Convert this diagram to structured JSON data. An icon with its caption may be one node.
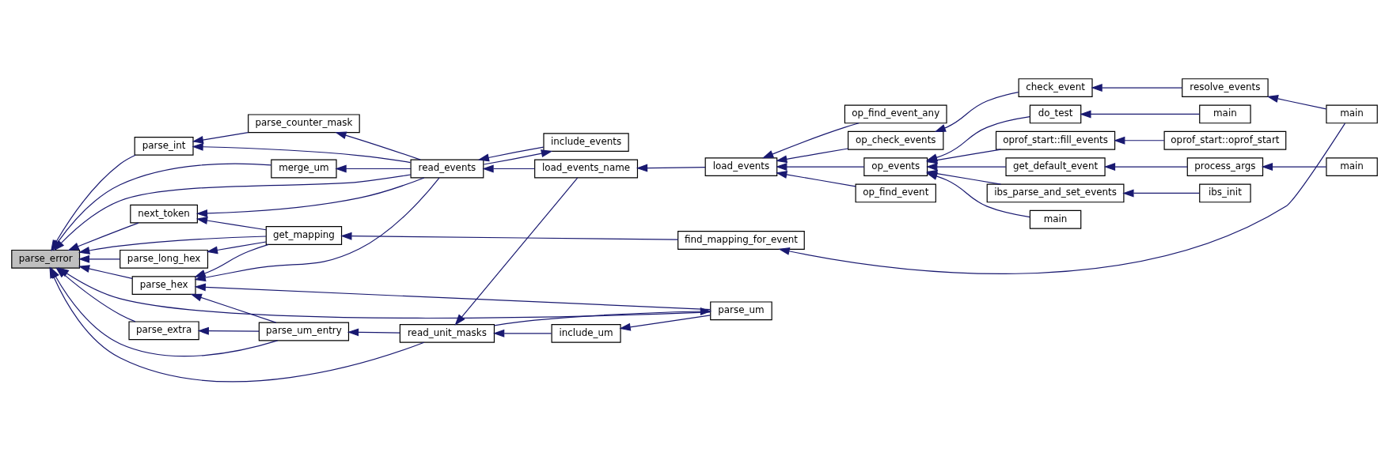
{
  "diagram": {
    "nodes": [
      {
        "text": [
          "parse_error"
        ]
      },
      {
        "text": [
          "parse_long_hex"
        ]
      },
      {
        "text": [
          "next_token"
        ]
      },
      {
        "text": [
          "parse_int"
        ]
      },
      {
        "text": [
          "parse_hex"
        ]
      },
      {
        "text": [
          "parse_extra"
        ]
      },
      {
        "text": [
          "get_mapping"
        ]
      },
      {
        "text": [
          "merge_um"
        ]
      },
      {
        "text": [
          "parse_counter_mask"
        ]
      },
      {
        "text": [
          "parse_um_entry"
        ]
      },
      {
        "text": [
          "read_events"
        ]
      },
      {
        "text": [
          "read_unit_masks"
        ]
      },
      {
        "text": [
          "find_mapping_for_event"
        ]
      },
      {
        "text": [
          "include_events"
        ]
      },
      {
        "text": [
          "load_events_name"
        ]
      },
      {
        "text": [
          "include_um"
        ]
      },
      {
        "text": [
          "parse_um"
        ]
      },
      {
        "text": [
          "load_events"
        ]
      },
      {
        "text": [
          "op_find_event"
        ]
      },
      {
        "text": [
          "op_find_event_any"
        ]
      },
      {
        "text": [
          "op_check_events"
        ]
      },
      {
        "text": [
          "op_events"
        ]
      },
      {
        "text": [
          "check_event"
        ]
      },
      {
        "text": [
          "main"
        ]
      },
      {
        "text": [
          "do_test"
        ]
      },
      {
        "text": [
          "oprof_start::fill_events"
        ]
      },
      {
        "text": [
          "ibs_parse_and_set_events"
        ]
      },
      {
        "text": [
          "get_default_event"
        ]
      },
      {
        "text": [
          "resolve_events"
        ]
      },
      {
        "text": [
          "main"
        ]
      },
      {
        "text": [
          "oprof_start::oprof_start"
        ]
      },
      {
        "text": [
          "ibs_init"
        ]
      },
      {
        "text": [
          "process_args"
        ]
      },
      {
        "text": [
          "main"
        ]
      },
      {
        "text": [
          "main"
        ]
      }
    ],
    "edges": [
      {
        "from": 1,
        "to": 0,
        "arrow": "to"
      },
      {
        "from": 6,
        "to": 0,
        "arrow": "to"
      },
      {
        "from": 2,
        "to": 0,
        "arrow": "to"
      },
      {
        "from": 10,
        "to": 0,
        "arrow": "to"
      },
      {
        "from": 7,
        "to": 0,
        "arrow": "to"
      },
      {
        "from": 3,
        "to": 0,
        "arrow": "to"
      },
      {
        "from": 4,
        "to": 0,
        "arrow": "to"
      },
      {
        "from": 5,
        "to": 0,
        "arrow": "to"
      },
      {
        "from": 9,
        "to": 0,
        "arrow": "to"
      },
      {
        "from": 11,
        "to": 0,
        "arrow": "to"
      },
      {
        "from": 16,
        "to": 0,
        "arrow": "to"
      },
      {
        "from": 6,
        "to": 1,
        "arrow": "to"
      },
      {
        "from": 6,
        "to": 2,
        "arrow": "to"
      },
      {
        "from": 10,
        "to": 2,
        "arrow": "to"
      },
      {
        "from": 6,
        "to": 4,
        "arrow": "to"
      },
      {
        "from": 12,
        "to": 6,
        "arrow": "to"
      },
      {
        "from": 33,
        "to": 12,
        "arrow": "to"
      },
      {
        "from": 10,
        "to": 7,
        "arrow": "to"
      },
      {
        "from": 10,
        "to": 8,
        "arrow": "to"
      },
      {
        "from": 8,
        "to": 3,
        "arrow": "to"
      },
      {
        "from": 10,
        "to": 3,
        "arrow": "to"
      },
      {
        "from": 10,
        "to": 4,
        "arrow": "to"
      },
      {
        "from": 9,
        "to": 4,
        "arrow": "to"
      },
      {
        "from": 16,
        "to": 4,
        "arrow": "to"
      },
      {
        "from": 9,
        "to": 5,
        "arrow": "to"
      },
      {
        "from": 11,
        "to": 9,
        "arrow": "to"
      },
      {
        "from": 10,
        "to": 13,
        "arrow": "to"
      },
      {
        "from": 13,
        "to": 10,
        "arrow": "to"
      },
      {
        "from": 14,
        "to": 10,
        "arrow": "to"
      },
      {
        "from": 14,
        "to": 11,
        "arrow": "to"
      },
      {
        "from": 17,
        "to": 14,
        "arrow": "to"
      },
      {
        "from": 15,
        "to": 11,
        "arrow": "to"
      },
      {
        "from": 11,
        "to": 16,
        "arrow": "to"
      },
      {
        "from": 16,
        "to": 15,
        "arrow": "to"
      },
      {
        "from": 18,
        "to": 17,
        "arrow": "to"
      },
      {
        "from": 19,
        "to": 17,
        "arrow": "to"
      },
      {
        "from": 20,
        "to": 17,
        "arrow": "to"
      },
      {
        "from": 21,
        "to": 17,
        "arrow": "to"
      },
      {
        "from": 22,
        "to": 20,
        "arrow": "to"
      },
      {
        "from": 28,
        "to": 22,
        "arrow": "to"
      },
      {
        "from": 33,
        "to": 28,
        "arrow": "to"
      },
      {
        "from": 23,
        "to": 21,
        "arrow": "to"
      },
      {
        "from": 24,
        "to": 21,
        "arrow": "to"
      },
      {
        "from": 25,
        "to": 21,
        "arrow": "to"
      },
      {
        "from": 26,
        "to": 21,
        "arrow": "to"
      },
      {
        "from": 27,
        "to": 21,
        "arrow": "to"
      },
      {
        "from": 29,
        "to": 24,
        "arrow": "to"
      },
      {
        "from": 30,
        "to": 25,
        "arrow": "to"
      },
      {
        "from": 31,
        "to": 26,
        "arrow": "to"
      },
      {
        "from": 32,
        "to": 27,
        "arrow": "to"
      },
      {
        "from": 34,
        "to": 32,
        "arrow": "to"
      }
    ]
  }
}
